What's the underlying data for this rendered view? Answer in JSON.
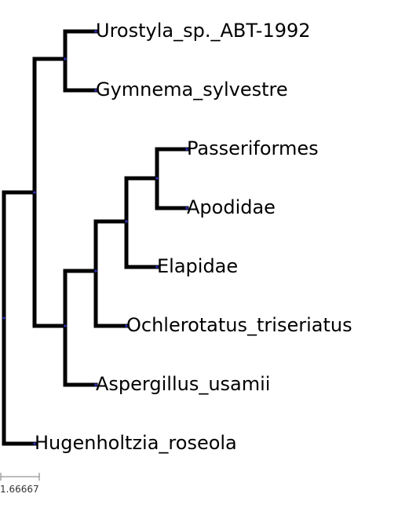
{
  "tree": {
    "leaves": [
      {
        "id": "L1",
        "label": "Urostyla_sp._ABT-1992"
      },
      {
        "id": "L2",
        "label": "Gymnema_sylvestre"
      },
      {
        "id": "L3",
        "label": "Passeriformes"
      },
      {
        "id": "L4",
        "label": "Apodidae"
      },
      {
        "id": "L5",
        "label": "Elapidae"
      },
      {
        "id": "L6",
        "label": "Ochlerotatus_triseriatus"
      },
      {
        "id": "L7",
        "label": "Aspergillus_usamii"
      },
      {
        "id": "L8",
        "label": "Hugenholtzia_roseola"
      }
    ],
    "topology": "((Urostyla_sp._ABT-1992,Gymnema_sylvestre),((((Passeriformes,Apodidae),Elapidae),Ochlerotatus_triseriatus),Aspergillus_usamii)),Hugenholtzia_roseola)",
    "branch_color": "#000000",
    "node_color": "#2a2aa6"
  },
  "scale_bar": {
    "label": "1.66667"
  }
}
